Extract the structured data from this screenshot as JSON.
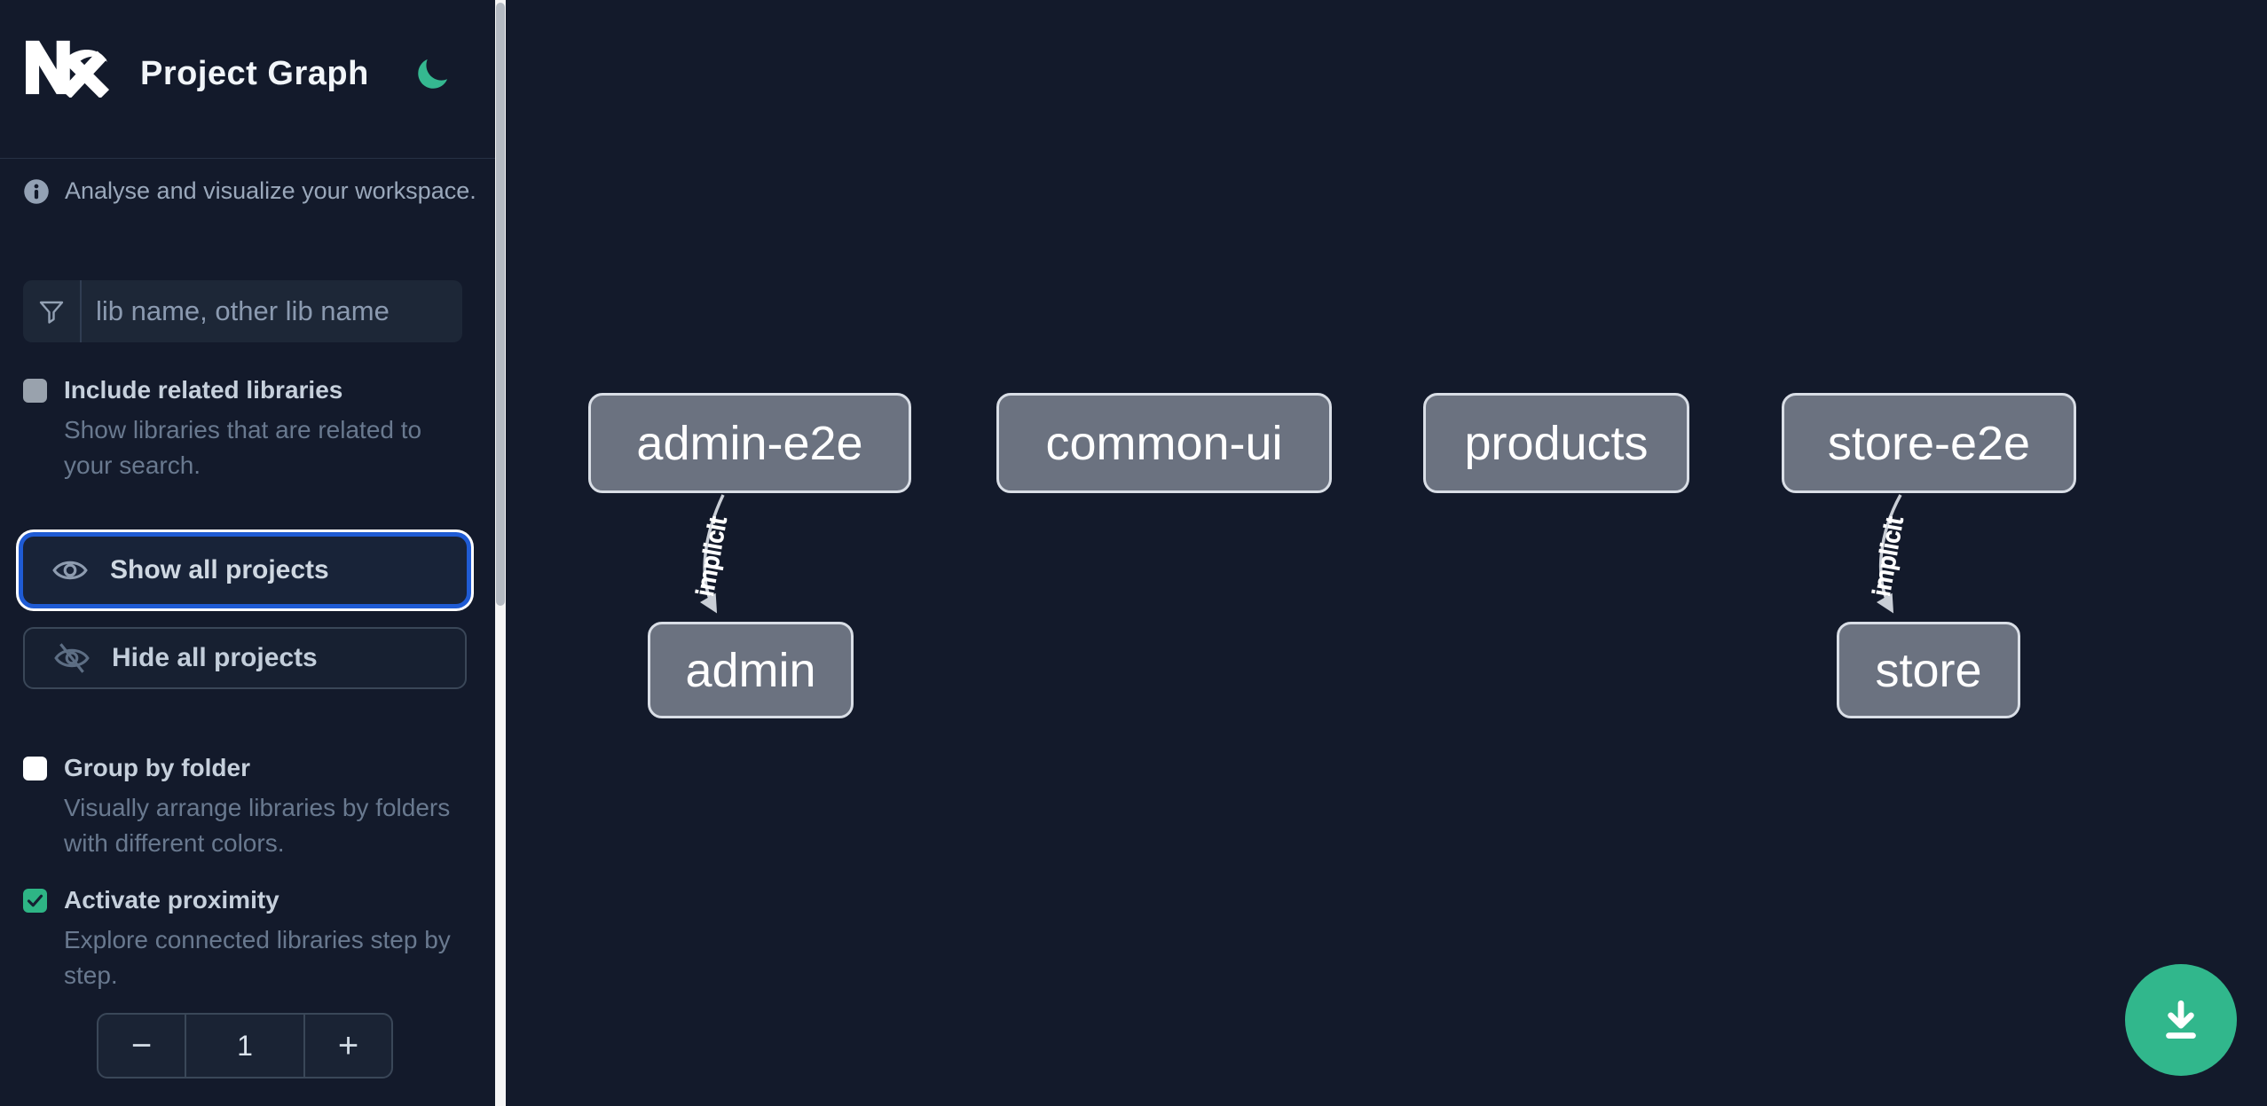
{
  "header": {
    "title": "Project Graph"
  },
  "sidebar": {
    "info_text": "Analyse and visualize your workspace.",
    "search_placeholder": "lib name, other lib name",
    "options": {
      "include_related": {
        "label": "Include related libraries",
        "description": "Show libraries that are related to your search.",
        "checked": false
      },
      "group_by_folder": {
        "label": "Group by folder",
        "description": "Visually arrange libraries by folders with different colors.",
        "checked": false
      },
      "activate_proximity": {
        "label": "Activate proximity",
        "description": "Explore connected libraries step by step.",
        "checked": true
      }
    },
    "show_all_label": "Show all projects",
    "hide_all_label": "Hide all projects",
    "stepper": {
      "decrement": "−",
      "value": "1",
      "increment": "+"
    }
  },
  "graph": {
    "nodes": [
      {
        "id": "admin-e2e",
        "label": "admin-e2e"
      },
      {
        "id": "common-ui",
        "label": "common-ui"
      },
      {
        "id": "products",
        "label": "products"
      },
      {
        "id": "store-e2e",
        "label": "store-e2e"
      },
      {
        "id": "admin",
        "label": "admin"
      },
      {
        "id": "store",
        "label": "store"
      }
    ],
    "edges": [
      {
        "source": "admin-e2e",
        "target": "admin",
        "label": "implicit"
      },
      {
        "source": "store-e2e",
        "target": "store",
        "label": "implicit"
      }
    ]
  },
  "colors": {
    "background": "#131a2b",
    "accent_green": "#31b78c",
    "focus_blue": "#1f5bd4",
    "node_fill": "#6b7280"
  }
}
